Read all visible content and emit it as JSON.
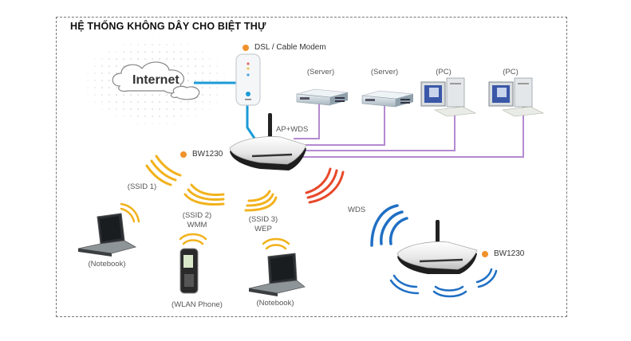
{
  "title": "HỆ THỐNG KHÔNG DÂY CHO BIỆT THỰ",
  "colors": {
    "accent_dot": "#f0922b",
    "internet_link": "#1a9bd7",
    "lan_link": "#b48ad0",
    "ssid_waves": "#f2b21c",
    "wds_waves_out": "#e8492a",
    "wds_waves_in": "#1f6fc4"
  },
  "nodes": {
    "internet": {
      "label": "Internet",
      "icon": "cloud-icon"
    },
    "modem": {
      "label": "DSL / Cable Modem",
      "icon": "modem-icon"
    },
    "main_router": {
      "label": "BW1230",
      "role": "AP+WDS",
      "icon": "router-icon"
    },
    "remote_router": {
      "label": "BW1230",
      "icon": "router-icon"
    },
    "wired": [
      {
        "label": "(Server)",
        "icon": "server-icon"
      },
      {
        "label": "(Server)",
        "icon": "server-icon"
      },
      {
        "label": "(PC)",
        "icon": "desktop-pc-icon"
      },
      {
        "label": "(PC)",
        "icon": "desktop-pc-icon"
      }
    ],
    "clients": [
      {
        "label": "(Notebook)",
        "icon": "laptop-icon"
      },
      {
        "label": "(WLAN Phone)",
        "icon": "mobile-phone-icon"
      },
      {
        "label": "(Notebook)",
        "icon": "laptop-icon"
      }
    ]
  },
  "ssids": [
    {
      "name": "(SSID 1)",
      "feature": ""
    },
    {
      "name": "(SSID 2)",
      "feature": "WMM"
    },
    {
      "name": "(SSID 3)",
      "feature": "WEP"
    }
  ],
  "wds_label": "WDS"
}
